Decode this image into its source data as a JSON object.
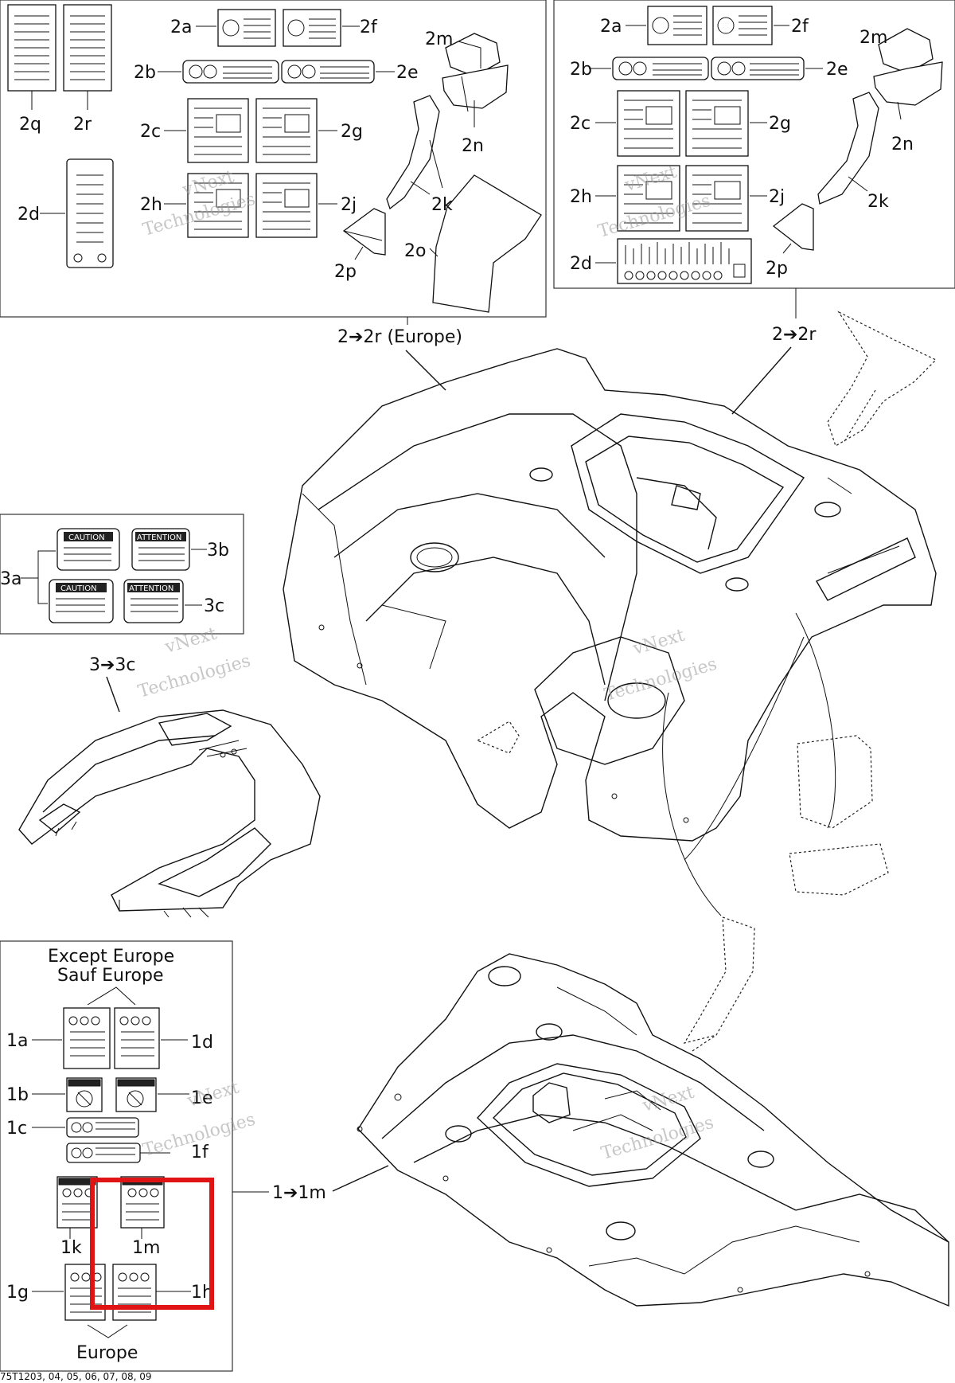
{
  "labels": {
    "l2a_tl": "2a",
    "l2f_tl": "2f",
    "l2b_tl": "2b",
    "l2e_tl": "2e",
    "l2c_tl": "2c",
    "l2g_tl": "2g",
    "l2h_tl": "2h",
    "l2j_tl": "2j",
    "l2d_tl": "2d",
    "l2q": "2q",
    "l2r": "2r",
    "l2m_tl": "2m",
    "l2n_tl": "2n",
    "l2k_tl": "2k",
    "l2o": "2o",
    "l2p_tl": "2p",
    "l2a_tr": "2a",
    "l2f_tr": "2f",
    "l2b_tr": "2b",
    "l2e_tr": "2e",
    "l2c_tr": "2c",
    "l2g_tr": "2g",
    "l2h_tr": "2h",
    "l2j_tr": "2j",
    "l2d_tr": "2d",
    "l2m_tr": "2m",
    "l2n_tr": "2n",
    "l2k_tr": "2k",
    "l2p_tr": "2p",
    "range_2_europe": "2➔2r (Europe)",
    "range_2": "2➔2r",
    "l3a": "3a",
    "l3b": "3b",
    "l3c": "3c",
    "range_3": "3➔3c",
    "except_europe": "Except Europe",
    "sauf_europe": "Sauf Europe",
    "l1a": "1a",
    "l1d": "1d",
    "l1b": "1b",
    "l1e": "1e",
    "l1c": "1c",
    "l1f": "1f",
    "l1k": "1k",
    "l1m": "1m",
    "l1g": "1g",
    "l1h": "1h",
    "europe": "Europe",
    "range_1": "1➔1m",
    "footer_code": "75T1203, 04, 05, 06, 07, 08, 09"
  },
  "decal_text": {
    "caution": "CAUTION",
    "attention": "ATTENTION"
  },
  "watermark": {
    "line1": "vNext",
    "line2": "Technologies"
  },
  "colors": {
    "highlight": "#e01414",
    "ink": "#111111",
    "watermark": "#9a9a9a"
  }
}
